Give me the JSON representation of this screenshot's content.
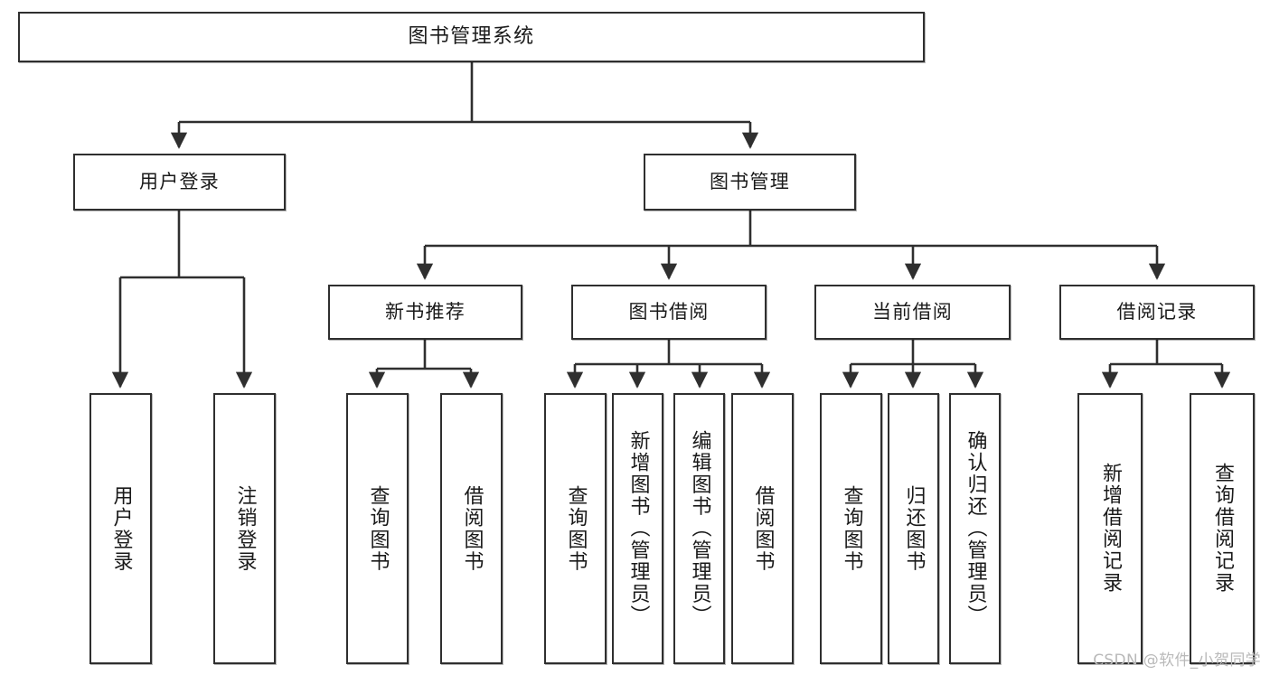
{
  "diagram": {
    "title": "图书管理系统",
    "watermark": "CSDN @软件_小贺同学",
    "line_color": "#2f2f2f",
    "box_fill": "#ffffff",
    "text_color": "#1a1a1a",
    "watermark_color": "#b9b9b9"
  },
  "nodes": {
    "root": {
      "label": "图书管理系统"
    },
    "level2": [
      {
        "label": "用户登录"
      },
      {
        "label": "图书管理"
      }
    ],
    "level3": [
      {
        "label": "新书推荐"
      },
      {
        "label": "图书借阅"
      },
      {
        "label": "当前借阅"
      },
      {
        "label": "借阅记录"
      }
    ],
    "leaves": {
      "user_login": [
        {
          "label": "用户登录"
        },
        {
          "label": "注销登录"
        }
      ],
      "new_book_recommend": [
        {
          "label": "查询图书"
        },
        {
          "label": "借阅图书"
        }
      ],
      "book_borrow": [
        {
          "label": "查询图书"
        },
        {
          "label": "新增图书（管理员）"
        },
        {
          "label": "编辑图书（管理员）"
        },
        {
          "label": "借阅图书"
        }
      ],
      "current_borrow": [
        {
          "label": "查询图书"
        },
        {
          "label": "归还图书"
        },
        {
          "label": "确认归还（管理员）"
        }
      ],
      "borrow_record": [
        {
          "label": "新增借阅记录"
        },
        {
          "label": "查询借阅记录"
        }
      ]
    }
  }
}
